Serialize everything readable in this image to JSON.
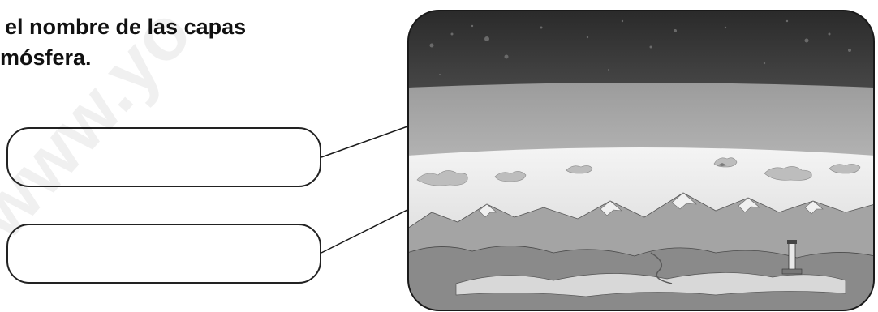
{
  "instruction": {
    "line1": "el nombre de las capas",
    "line2": "mósfera."
  },
  "answer_boxes": [
    {
      "value": ""
    },
    {
      "value": ""
    }
  ],
  "watermark": {
    "text": "www.yo"
  },
  "illustration": {
    "subject": "earth-atmosphere-layers-landscape",
    "colors": {
      "space": "#3a3a3a",
      "upper_layer": "#a9a9a9",
      "lower_layer": "#e9e9e9",
      "clouds": "#bdbdbd",
      "mountains": "#9a9a9a",
      "snow": "#f2f2f2",
      "border": "#1a1a1a"
    }
  }
}
